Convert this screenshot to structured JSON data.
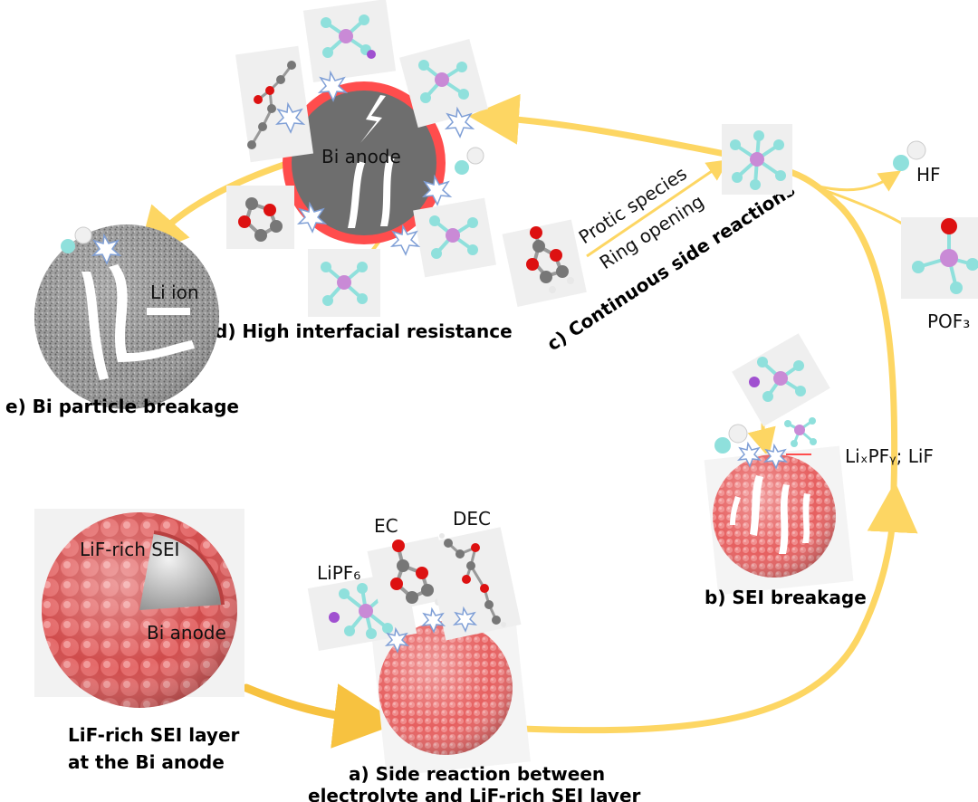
{
  "colors": {
    "arrow": "#fdd663",
    "arrow_dark": "#f7c240",
    "sei": "#e85a5a",
    "sei_dark": "#c83c3c",
    "anode": "#6e6e6e",
    "ring": "#ff4d4d",
    "fluorine": "#8fe0dc",
    "phosphorus": "#c98ad6",
    "lithium": "#a050d0",
    "oxygen": "#dd1111",
    "carbon": "#777777",
    "hydrogen": "#f2f2f2"
  },
  "labels": {
    "d_inner": "Bi anode",
    "start_outer": "LiF-rich SEI",
    "start_inner": "Bi anode",
    "li_ion": "Li ion",
    "protic": "Protic species",
    "ring_opening": "Ring opening",
    "hf": "HF",
    "pof3": "POF₃",
    "lipf6": "LiPF₆",
    "ec": "EC",
    "dec": "DEC",
    "products": "LiₓPFᵧ; LiF"
  },
  "captions": {
    "a_line1": "a) Side reaction between",
    "a_line2": "electrolyte and LiF-rich SEI layer",
    "b": "b) SEI breakage",
    "c": "c) Continuous side reactions",
    "d": "d) High interfacial resistance",
    "e": "e) Bi particle breakage",
    "start_line1": "LiF-rich SEI layer",
    "start_line2": "at the Bi anode"
  }
}
